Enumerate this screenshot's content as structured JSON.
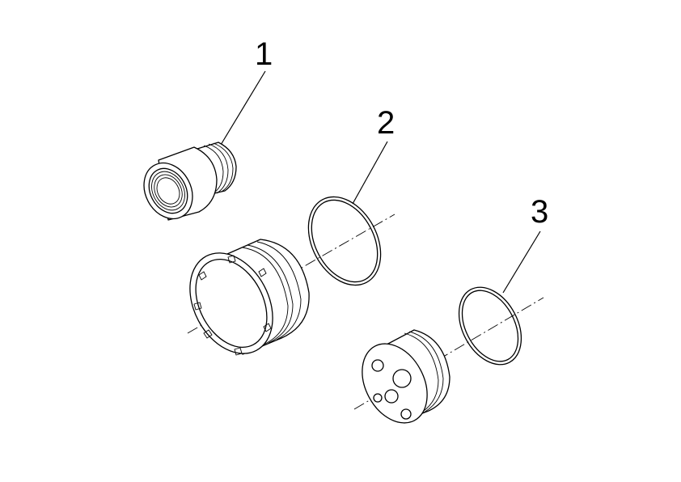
{
  "callouts": [
    {
      "number": "1",
      "part": "threaded-adapter"
    },
    {
      "number": "2",
      "part": "o-ring-large"
    },
    {
      "number": "3",
      "part": "o-ring-small"
    }
  ],
  "colors": {
    "ink": "#000000",
    "background": "#ffffff"
  }
}
